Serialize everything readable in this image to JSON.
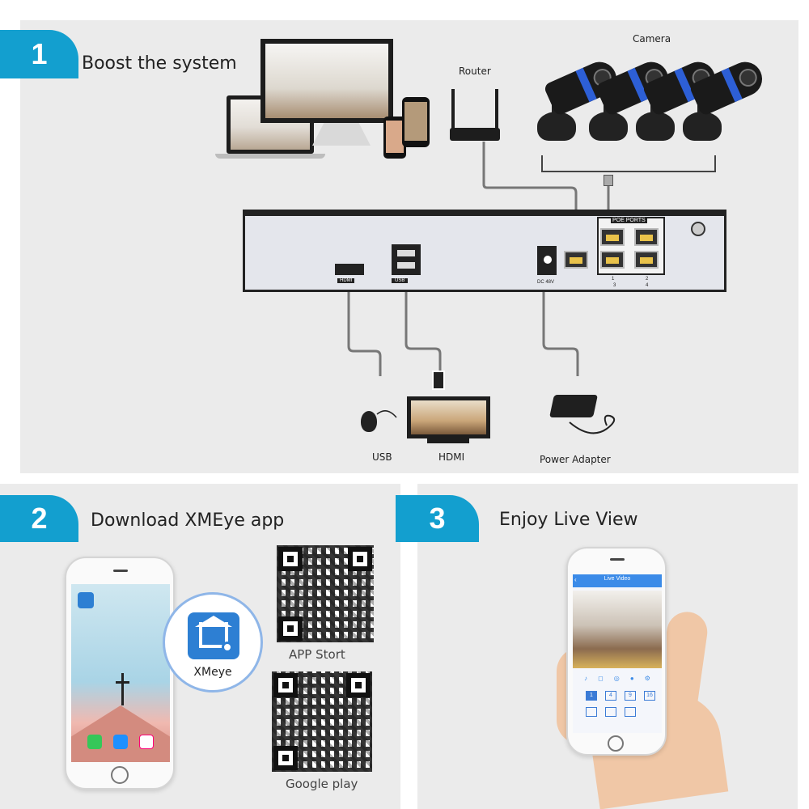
{
  "steps": [
    {
      "number": "1",
      "title": "Boost the system"
    },
    {
      "number": "2",
      "title": "Download XMEye app"
    },
    {
      "number": "3",
      "title": "Enjoy Live View"
    }
  ],
  "section1": {
    "camera_label": "Camera",
    "router_label": "Router",
    "nvr": {
      "hdmi_port": "HDMI",
      "usb_port": "USB",
      "power_port": "DC 48V",
      "poe_label": "POE  PORTS",
      "poe_numbers": [
        "1",
        "2",
        "3",
        "4"
      ]
    },
    "peripherals": {
      "usb_label": "USB",
      "hdmi_label": "HDMI",
      "power_label": "Power Adapter"
    }
  },
  "section2": {
    "app_name": "XMEye",
    "app_icon_label": "XMeye",
    "qr_app_store_label": "APP  Stort",
    "qr_google_label": "Google play"
  },
  "section3": {
    "screen_title": "Live Video",
    "channel_buttons": [
      "1",
      "4",
      "9",
      "16"
    ]
  },
  "colors": {
    "accent": "#139fcf",
    "panel_bg": "#ebebeb",
    "camera_ring": "#2d5fd6",
    "app_blue": "#2d7fd3"
  }
}
